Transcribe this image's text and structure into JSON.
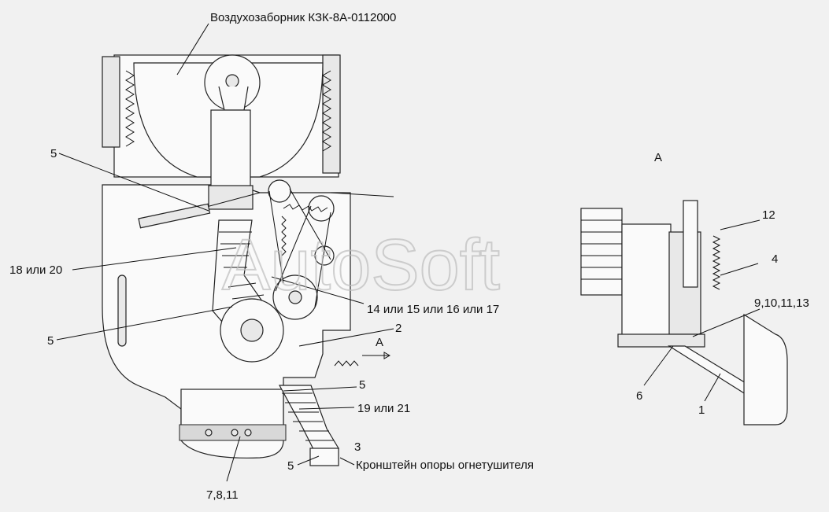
{
  "labels": {
    "air_intake": "Воздухозаборник КЗК-8А-0112000",
    "view_a_title": "А",
    "arrow_a": "А",
    "p5_top": "5",
    "p18_20": "18 или 20",
    "p14_17": "14 или 15 или 16 или 17",
    "p2": "2",
    "p5_left": "5",
    "p5_mid": "5",
    "p19_21": "19 или 21",
    "p3": "3",
    "p5_bottom": "5",
    "bracket": "Кронштейн опоры огнетушителя",
    "p7_8_11": "7,8,11",
    "p12": "12",
    "p4": "4",
    "p9_13": "9,10,11,13",
    "p6": "6",
    "p1": "1"
  },
  "watermark": "AutoSoft"
}
